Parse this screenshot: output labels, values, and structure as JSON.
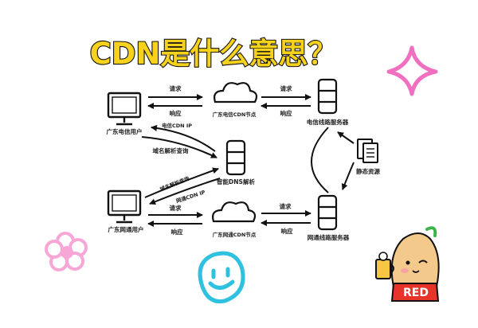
{
  "title": "CDN是什么意思？",
  "colors": {
    "title_fill": "#f7d21c",
    "title_stroke": "#111111",
    "ink": "#111111",
    "star": "#f06fc0",
    "flower": "#f7a6d6",
    "smiley": "#2fc1e0",
    "mascot_shirt": "#e8332a",
    "mascot_body": "#f4c98c",
    "mascot_leaf": "#3bb54a"
  },
  "nodes": {
    "telecom_user": "广东电信用户",
    "unicom_user": "广东网通用户",
    "telecom_cdn": "广东电信CDN节点",
    "unicom_cdn": "广东网通CDN节点",
    "telecom_server": "电信线路服务器",
    "unicom_server": "网通线路服务器",
    "dns": "智能DNS解析",
    "static": "静态资源"
  },
  "edges": {
    "request_top_left": "请求",
    "response_top_left": "响应",
    "request_top_right": "请求",
    "response_top_right": "响应",
    "telecom_cdn_ip": "电信CDN IP",
    "dns_query_top": "域名解析查询",
    "dns_query_bottom": "域名解析查询",
    "unicom_cdn_ip": "网通CDN IP",
    "request_bot_left": "请求",
    "response_bot_left": "响应",
    "request_bot_right": "请求",
    "response_bot_right": "响应"
  },
  "icons": {
    "user": "computer-monitor-icon",
    "cdn": "cloud-icon",
    "server": "database-server-icon",
    "static": "documents-icon"
  },
  "decor": {
    "mascot_badge": "RED"
  }
}
